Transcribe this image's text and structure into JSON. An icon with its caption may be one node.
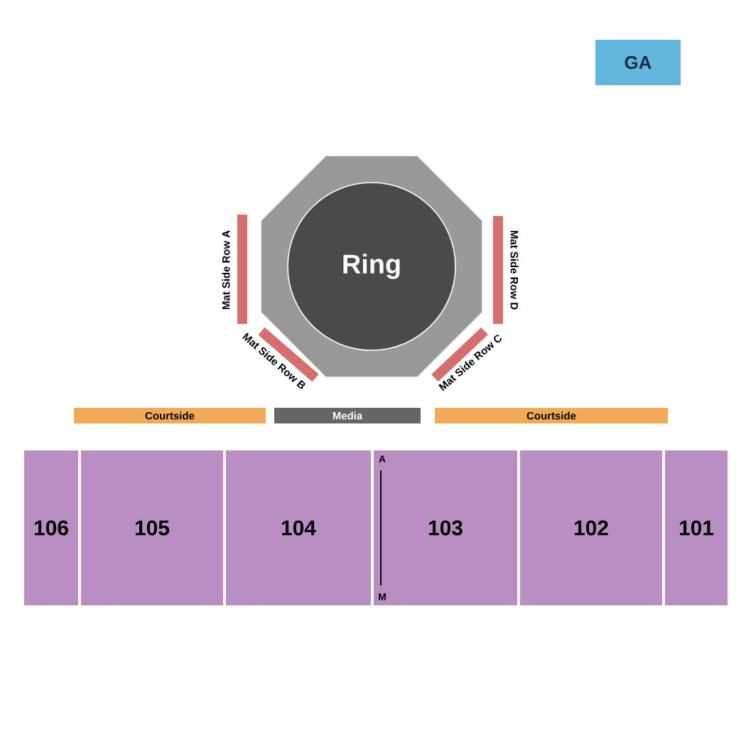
{
  "diagram": {
    "nodes": [
      {
        "text": [
          "GA"
        ]
      },
      {
        "text": [],
        "shape": "octagon"
      },
      {
        "text": [
          "Ring"
        ],
        "in": 1
      },
      {
        "text": [
          "Mat Side Row A"
        ]
      },
      {
        "text": [
          "Mat Side Row B"
        ]
      },
      {
        "text": [
          "Mat Side Row C"
        ]
      },
      {
        "text": [
          "Mat Side Row D"
        ]
      },
      {
        "text": [
          "Courtside"
        ]
      },
      {
        "text": [
          "Media"
        ]
      },
      {
        "text": [
          "Courtside"
        ]
      },
      {
        "text": [
          "106"
        ]
      },
      {
        "text": [
          "105"
        ]
      },
      {
        "text": [
          "104"
        ]
      },
      {
        "text": [
          "103"
        ]
      },
      {
        "text": [
          "102"
        ]
      },
      {
        "text": [
          "101"
        ]
      }
    ],
    "edges": [],
    "labels": [
      "A",
      "M"
    ]
  }
}
